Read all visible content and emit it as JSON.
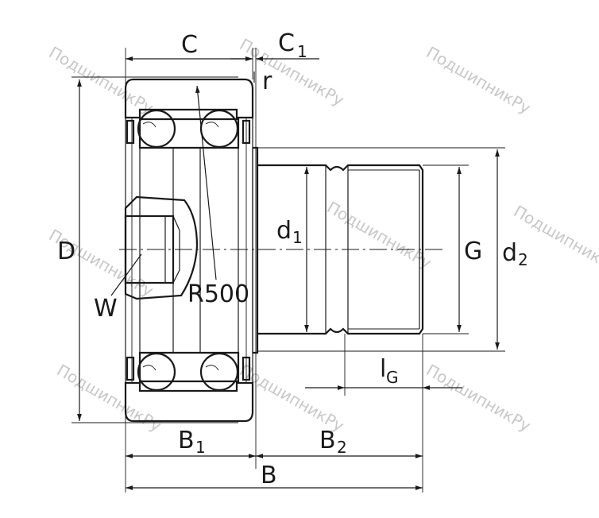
{
  "labels": {
    "C": "C",
    "C1": "C",
    "C1_sub": "1",
    "r": "r",
    "D": "D",
    "d1": "d",
    "d1_sub": "1",
    "G": "G",
    "d2": "d",
    "d2_sub": "2",
    "W": "W",
    "R500": "R500",
    "lG": "l",
    "lG_sub": "G",
    "B1": "B",
    "B1_sub": "1",
    "B2": "B",
    "B2_sub": "2",
    "B": "B"
  },
  "watermark": "ПодшипникРу",
  "colors": {
    "line": "#1a1a1a",
    "watermark": "#c8c8c8",
    "background": "#ffffff"
  }
}
